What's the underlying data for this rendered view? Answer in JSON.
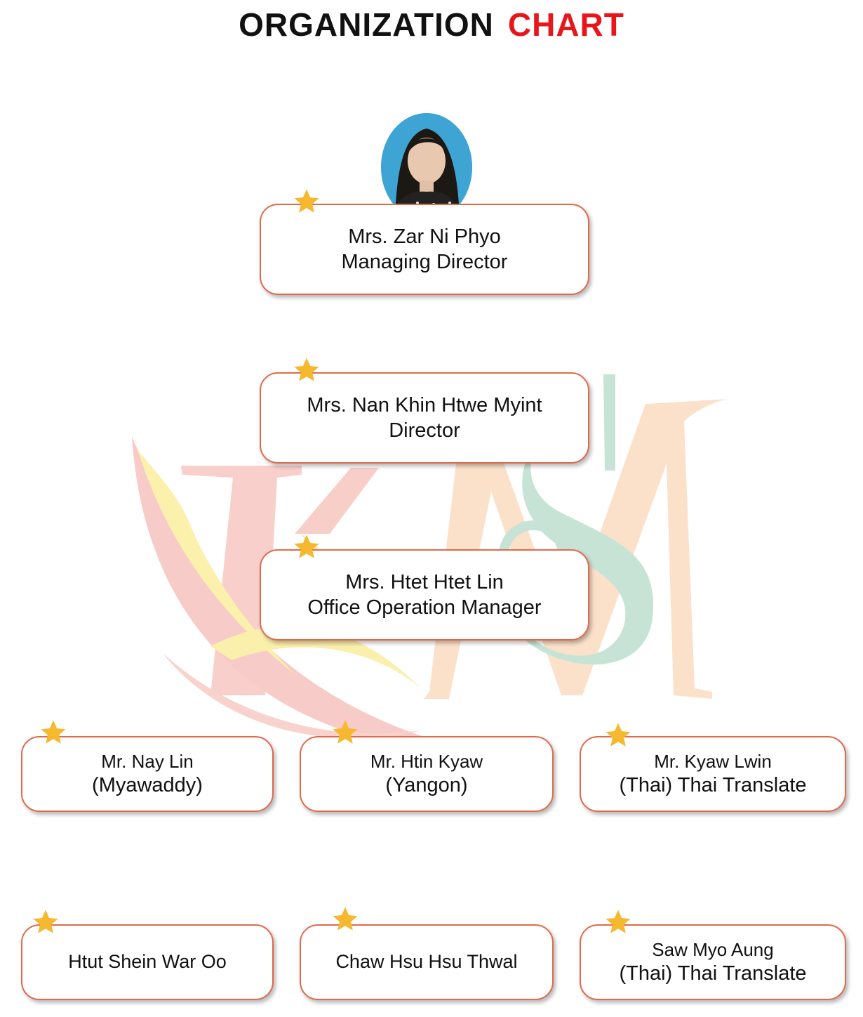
{
  "title": {
    "word1": "ORGANIZATION",
    "word2": "CHART"
  },
  "colors": {
    "accent_red": "#e8161b",
    "card_border": "#e26a4c",
    "star": "#f5b82e"
  },
  "nodes": {
    "md": {
      "line1": "Mrs. Zar Ni Phyo",
      "line2": "Managing Director"
    },
    "director": {
      "line1": "Mrs. Nan Khin Htwe Myint",
      "line2": "Director"
    },
    "ops": {
      "line1": "Mrs. Htet Htet Lin",
      "line2": "Office Operation Manager"
    },
    "row3": [
      {
        "line1": "Mr. Nay Lin",
        "line2": "(Myawaddy)"
      },
      {
        "line1": "Mr. Htin Kyaw",
        "line2": "(Yangon)"
      },
      {
        "line1": "Mr. Kyaw Lwin",
        "line2": "(Thai) Thai Translate"
      }
    ],
    "row4": [
      {
        "line1": "Htut Shein War Oo"
      },
      {
        "line1": "Chaw Hsu Hsu Thwal"
      },
      {
        "line1": "Saw Myo Aung",
        "line2": "(Thai) Thai Translate"
      }
    ]
  },
  "icons": {
    "card_marker": "star-icon",
    "portrait": "person-photo"
  }
}
